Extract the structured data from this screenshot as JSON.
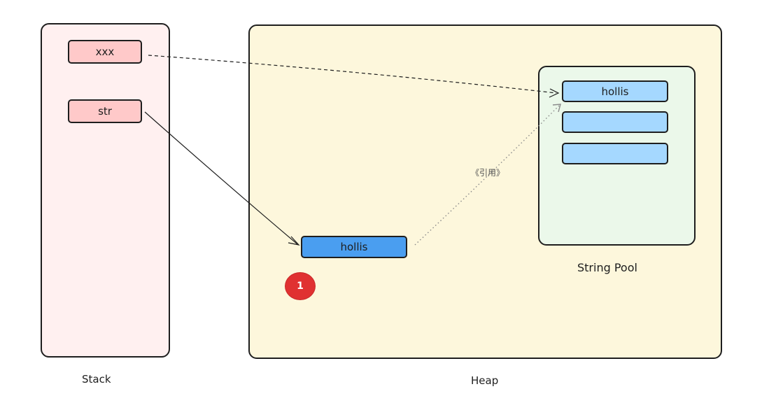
{
  "stack": {
    "label": "Stack",
    "variables": [
      {
        "name": "xxx"
      },
      {
        "name": "str"
      }
    ]
  },
  "heap": {
    "label": "Heap",
    "object": {
      "value": "hollis"
    },
    "badge": "1",
    "reference_label": "《引用》"
  },
  "string_pool": {
    "label": "String Pool",
    "slots": [
      {
        "value": "hollis"
      },
      {
        "value": ""
      },
      {
        "value": ""
      }
    ]
  },
  "colors": {
    "stack_bg": "#fff0f0",
    "heap_bg": "#fdf7dc",
    "pool_bg": "#ebf8ea",
    "variable_fill": "#ffc9c9",
    "pool_slot_fill": "#a5d8ff",
    "heap_object_fill": "#4a9ef0",
    "badge": "#e03131"
  }
}
